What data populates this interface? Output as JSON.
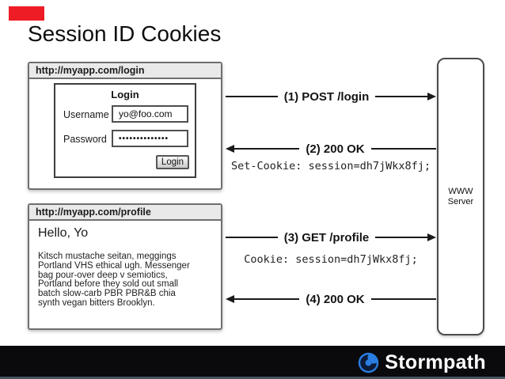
{
  "slide": {
    "title": "Session ID Cookies",
    "accent_red": "#ee1c24"
  },
  "login_window": {
    "url": "http://myapp.com/login",
    "form_title": "Login",
    "username_label": "Username",
    "username_value": "yo@foo.com",
    "password_label": "Password",
    "password_value": "••••••••••••••",
    "submit_label": "Login"
  },
  "profile_window": {
    "url": "http://myapp.com/profile",
    "heading": "Hello, Yo",
    "body_lines": [
      "Kitsch mustache seitan, meggings",
      "Portland VHS ethical ugh. Messenger",
      "bag pour-over deep v semiotics,",
      "Portland before they sold out small",
      "batch slow-carb PBR PBR&B chia",
      "synth vegan bitters Brooklyn."
    ]
  },
  "server": {
    "line1": "WWW",
    "line2": "Server"
  },
  "messages": [
    {
      "step": "(1) POST /login",
      "direction": "right",
      "detail": ""
    },
    {
      "step": "(2) 200 OK",
      "direction": "left",
      "detail": "Set-Cookie: session=dh7jWkx8fj;"
    },
    {
      "step": "(3) GET /profile",
      "direction": "right",
      "detail": "Cookie: session=dh7jWkx8fj;"
    },
    {
      "step": "(4) 200 OK",
      "direction": "left",
      "detail": ""
    }
  ],
  "footer": {
    "brand": "Stormpath",
    "brand_blue": "#2a7de1",
    "bar_color": "#0a0a0d"
  }
}
